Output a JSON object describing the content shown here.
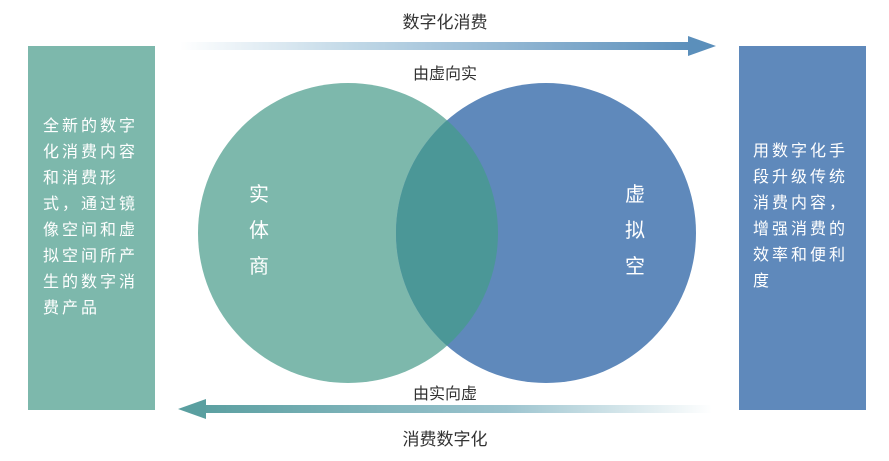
{
  "top_arrow": {
    "label": "数字化消费",
    "color": "#6e9cbf"
  },
  "bottom_arrow": {
    "label": "消费数字化",
    "color": "#5a9fa0"
  },
  "top_flow": {
    "label": "由虚向实"
  },
  "bottom_flow": {
    "label": "由实向虚"
  },
  "left_box": {
    "text": "全新的数字化消费内容和消费形式，通过镜像空间和虚拟空间所产生的数字消费产品",
    "color": "#7db8ac"
  },
  "right_box": {
    "text": "用数字化手段升级传统消费内容，增强消费的效率和便利度",
    "color": "#5f89bb"
  },
  "left_circle": {
    "label": "实体商",
    "color": "#7db8ac"
  },
  "right_circle": {
    "label": "虚拟空",
    "color": "#5f89bb"
  },
  "overlap_color": "#4b9797"
}
